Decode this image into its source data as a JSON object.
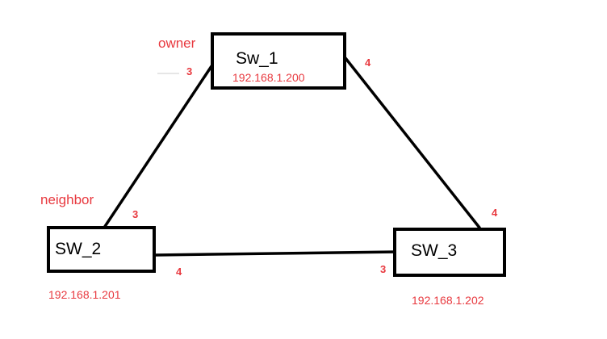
{
  "colors": {
    "annotation": "#e8393f",
    "line": "#000000",
    "background": "#ffffff"
  },
  "roles": {
    "owner": "owner",
    "neighbor": "neighbor"
  },
  "switches": {
    "sw1": {
      "name": "Sw_1",
      "ip": "192.168.1.200"
    },
    "sw2": {
      "name": "SW_2",
      "ip": "192.168.1.201"
    },
    "sw3": {
      "name": "SW_3",
      "ip": "192.168.1.202"
    }
  },
  "ports": {
    "sw1_to_sw2": "3",
    "sw1_to_sw3": "4",
    "sw2_to_sw1": "3",
    "sw2_to_sw3": "4",
    "sw3_to_sw1": "4",
    "sw3_to_sw2": "3"
  }
}
